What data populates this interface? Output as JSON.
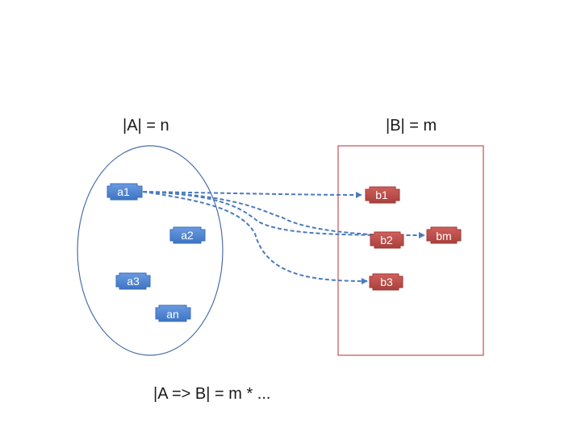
{
  "diagram": {
    "set_a_label": "|A| = n",
    "set_b_label": "|B| = m",
    "mapping_label": "|A => B| = m * ...",
    "set_a_nodes": [
      {
        "label": "a1"
      },
      {
        "label": "a2"
      },
      {
        "label": "a3"
      },
      {
        "label": "an"
      }
    ],
    "set_b_nodes": [
      {
        "label": "b1"
      },
      {
        "label": "b2"
      },
      {
        "label": "b3"
      },
      {
        "label": "bm"
      }
    ]
  },
  "colors": {
    "ellipse_stroke": "#4a6fa5",
    "rect_stroke": "#c9504c",
    "node_a_fill": "#4f86d6",
    "node_a_stroke": "#3a6db8",
    "node_b_fill": "#c0504d",
    "node_b_stroke": "#9e3a37",
    "arrow_color": "#4a7bbd"
  }
}
